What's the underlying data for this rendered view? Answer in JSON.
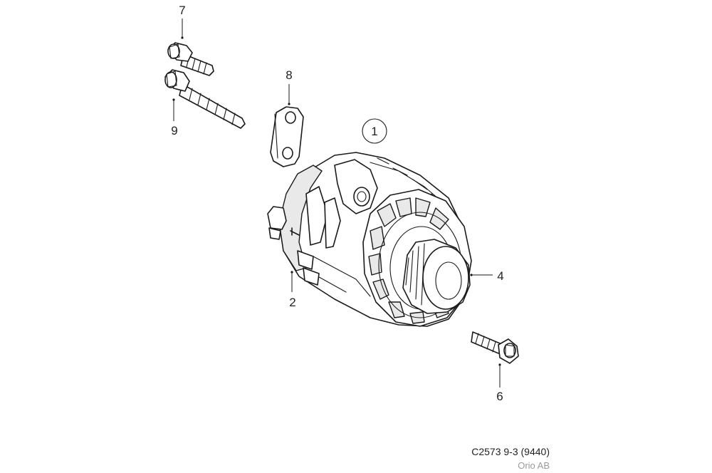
{
  "callouts": {
    "c1": "1",
    "c2": "2",
    "c4": "4",
    "c6": "6",
    "c7": "7",
    "c8": "8",
    "c9": "9"
  },
  "caption": {
    "drawing_code": "C2573 9-3 (9440)",
    "publisher": "Orio AB"
  }
}
